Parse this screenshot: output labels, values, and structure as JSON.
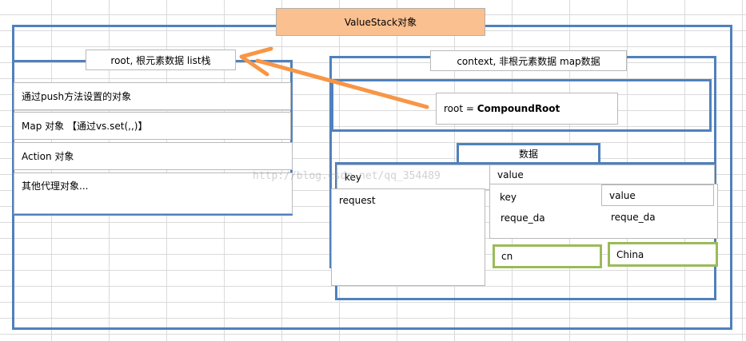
{
  "title": "ValueStack对象",
  "root_section": {
    "header": "root, 根元素数据   list栈",
    "items": [
      "通过push方法设置的对象",
      "Map 对象  【通过vs.set(,,)】",
      "Action 对象",
      "其他代理对象..."
    ]
  },
  "context_section": {
    "header": "context, 非根元素数据   map数据",
    "root_ref_prefix": "root = ",
    "root_ref_value": "CompoundRoot",
    "data_header": "数据",
    "key_label": "key",
    "value_label": "value",
    "key_item": "request",
    "inner_key_label": "key",
    "inner_value_label": "value",
    "inner_key_item": "reque_da",
    "inner_value_item": "reque_da",
    "green_key": "cn",
    "green_value": "China"
  },
  "watermark": "http://blog.csdn.net/qq_354489",
  "colors": {
    "title_fill": "#fac090",
    "frame_blue": "#4f81bd",
    "arrow": "#f79646",
    "green": "#9bbb59"
  }
}
